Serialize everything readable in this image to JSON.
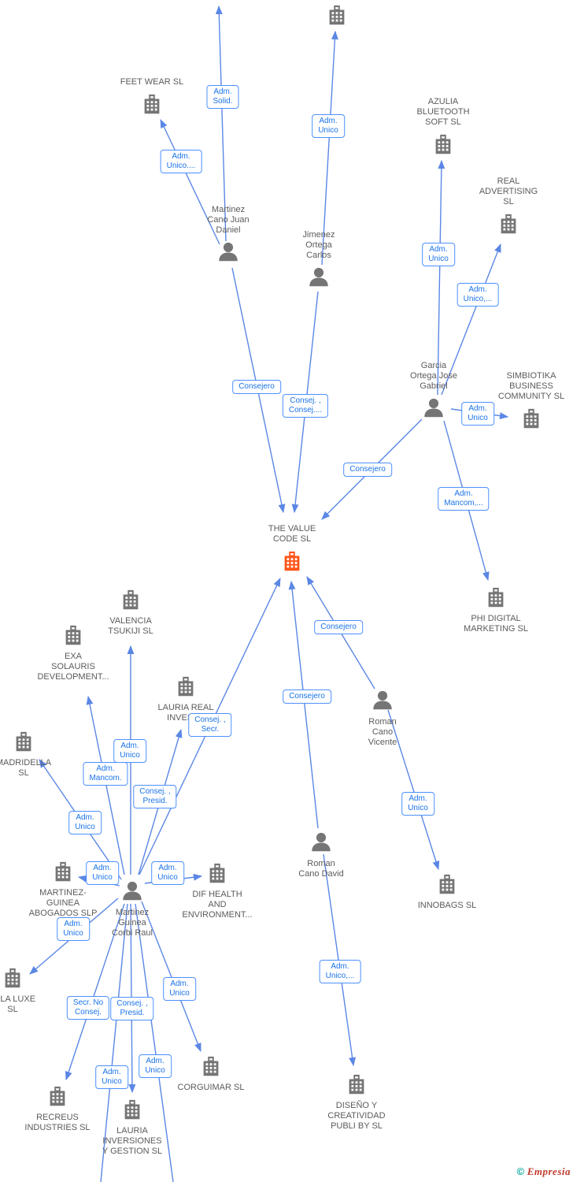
{
  "colors": {
    "edge": "#5B87E5",
    "edge_label_text": "#1A73E8",
    "edge_label_border": "#4D90FE",
    "node_default": "#757575",
    "node_highlight": "#FF5417",
    "node_label_text": "#5B5B5B",
    "watermark_teal": "#00A79B",
    "watermark_red": "#C0392B"
  },
  "watermark": {
    "copyright_symbol": "©",
    "brand": "Empresia"
  },
  "nodes": [
    {
      "id": "company-top",
      "type": "company",
      "label": ""
    },
    {
      "id": "feet-wear-sl",
      "type": "company",
      "label": "FEET WEAR SL"
    },
    {
      "id": "azulia-bluetooth-soft-sl",
      "type": "company",
      "label": "AZULIA\nBLUETOOTH\nSOFT SL"
    },
    {
      "id": "real-advertising-sl",
      "type": "company",
      "label": "REAL\nADVERTISING\nSL"
    },
    {
      "id": "simbiotika-business-community-sl",
      "type": "company",
      "label": "SIMBIOTIKA\nBUSINESS\nCOMMUNITY SL"
    },
    {
      "id": "the-value-code-sl",
      "type": "company",
      "label": "THE VALUE\nCODE SL",
      "highlighted": true
    },
    {
      "id": "phi-digital-marketing-sl",
      "type": "company",
      "label": "PHI DIGITAL\nMARKETING SL"
    },
    {
      "id": "valencia-tsukiji-sl",
      "type": "company",
      "label": "VALENCIA\nTSUKIJI SL"
    },
    {
      "id": "exa-solauris-development",
      "type": "company",
      "label": "EXA\nSOLAURIS\nDEVELOPMENT..."
    },
    {
      "id": "lauria-real-invest",
      "type": "company",
      "label": "LAURIA REAL\nINVEST..."
    },
    {
      "id": "madridella-sl",
      "type": "company",
      "label": "MADRIDELLA\nSL"
    },
    {
      "id": "martinez-guinea-abogados-slp",
      "type": "company",
      "label": "MARTINEZ-\nGUINEA\nABOGADOS SLP"
    },
    {
      "id": "dif-health-and-environment",
      "type": "company",
      "label": "DIF HEALTH\nAND\nENVIRONMENT..."
    },
    {
      "id": "innobags-sl",
      "type": "company",
      "label": "INNOBAGS SL"
    },
    {
      "id": "ella-luxe-sl",
      "type": "company",
      "label": "ELLA LUXE\nSL"
    },
    {
      "id": "corguimar-sl",
      "type": "company",
      "label": "CORGUIMAR SL"
    },
    {
      "id": "recreus-industries-sl",
      "type": "company",
      "label": "RECREUS\nINDUSTRIES SL"
    },
    {
      "id": "lauria-inversiones-y-gestion-sl",
      "type": "company",
      "label": "LAURIA\nINVERSIONES\nY GESTION SL"
    },
    {
      "id": "diseno-y-creatividad-publi-by-sl",
      "type": "company",
      "label": "DISEÑO Y\nCREATIVIDAD\nPUBLI BY SL"
    },
    {
      "id": "martinez-cano-juan-daniel",
      "type": "person",
      "label": "Martinez\nCano Juan\nDaniel"
    },
    {
      "id": "jimenez-ortega-carlos",
      "type": "person",
      "label": "Jimenez\nOrtega\nCarlos"
    },
    {
      "id": "garcia-ortega-jose-gabriel",
      "type": "person",
      "label": "Garcia\nOrtega Jose\nGabriel"
    },
    {
      "id": "roman-cano-vicente",
      "type": "person",
      "label": "Roman\nCano\nVicente"
    },
    {
      "id": "roman-cano-david",
      "type": "person",
      "label": "Roman\nCano David"
    },
    {
      "id": "martinez-guinea-corbi-raul",
      "type": "person",
      "label": "Martinez\nGuinea\nCorbi Raul"
    }
  ],
  "edges": [
    {
      "from": "martinez-cano-juan-daniel",
      "to": "offscreen-top",
      "label": "Adm.\nSolid."
    },
    {
      "from": "martinez-cano-juan-daniel",
      "to": "feet-wear-sl",
      "label": "Adm.\nUnico...."
    },
    {
      "from": "jimenez-ortega-carlos",
      "to": "company-top",
      "label": "Adm.\nUnico"
    },
    {
      "from": "garcia-ortega-jose-gabriel",
      "to": "azulia-bluetooth-soft-sl",
      "label": "Adm.\nUnico"
    },
    {
      "from": "garcia-ortega-jose-gabriel",
      "to": "real-advertising-sl",
      "label": "Adm.\nUnico,..."
    },
    {
      "from": "garcia-ortega-jose-gabriel",
      "to": "simbiotika-business-community-sl",
      "label": "Adm.\nUnico"
    },
    {
      "from": "garcia-ortega-jose-gabriel",
      "to": "phi-digital-marketing-sl",
      "label": "Adm.\nMancom,..."
    },
    {
      "from": "martinez-cano-juan-daniel",
      "to": "the-value-code-sl",
      "label": "Consejero"
    },
    {
      "from": "jimenez-ortega-carlos",
      "to": "the-value-code-sl",
      "label": "Consej. ,\nConsej...."
    },
    {
      "from": "garcia-ortega-jose-gabriel",
      "to": "the-value-code-sl",
      "label": "Consejero"
    },
    {
      "from": "roman-cano-vicente",
      "to": "the-value-code-sl",
      "label": "Consejero"
    },
    {
      "from": "roman-cano-david",
      "to": "the-value-code-sl",
      "label": "Consejero"
    },
    {
      "from": "martinez-guinea-corbi-raul",
      "to": "the-value-code-sl",
      "label": "Consej. ,\nSecr."
    },
    {
      "from": "martinez-guinea-corbi-raul",
      "to": "valencia-tsukiji-sl",
      "label": "Adm.\nUnico"
    },
    {
      "from": "martinez-guinea-corbi-raul",
      "to": "exa-solauris-development",
      "label": "Adm.\nMancom."
    },
    {
      "from": "martinez-guinea-corbi-raul",
      "to": "lauria-real-invest",
      "label": "Consej. ,\nPresid."
    },
    {
      "from": "martinez-guinea-corbi-raul",
      "to": "madridella-sl",
      "label": "Adm.\nUnico"
    },
    {
      "from": "martinez-guinea-corbi-raul",
      "to": "martinez-guinea-abogados-slp",
      "label": "Adm.\nUnico"
    },
    {
      "from": "martinez-guinea-corbi-raul",
      "to": "dif-health-and-environment",
      "label": "Adm.\nUnico"
    },
    {
      "from": "martinez-guinea-corbi-raul",
      "to": "ella-luxe-sl",
      "label": "Adm.\nUnico"
    },
    {
      "from": "roman-cano-vicente",
      "to": "innobags-sl",
      "label": "Adm.\nUnico"
    },
    {
      "from": "roman-cano-david",
      "to": "diseno-y-creatividad-publi-by-sl",
      "label": "Adm.\nUnico,..."
    },
    {
      "from": "martinez-guinea-corbi-raul",
      "to": "recreus-industries-sl",
      "label": "Secr. No\nConsej."
    },
    {
      "from": "martinez-guinea-corbi-raul",
      "to": "lauria-inversiones-y-gestion-sl",
      "label": "Consej. ,\nPresid."
    },
    {
      "from": "martinez-guinea-corbi-raul",
      "to": "corguimar-sl",
      "label": "Adm.\nUnico"
    },
    {
      "from": "martinez-guinea-corbi-raul",
      "to": "offscreen-bottom-1",
      "label": "Adm.\nUnico"
    },
    {
      "from": "martinez-guinea-corbi-raul",
      "to": "offscreen-bottom-2",
      "label": "Adm.\nUnico"
    }
  ]
}
